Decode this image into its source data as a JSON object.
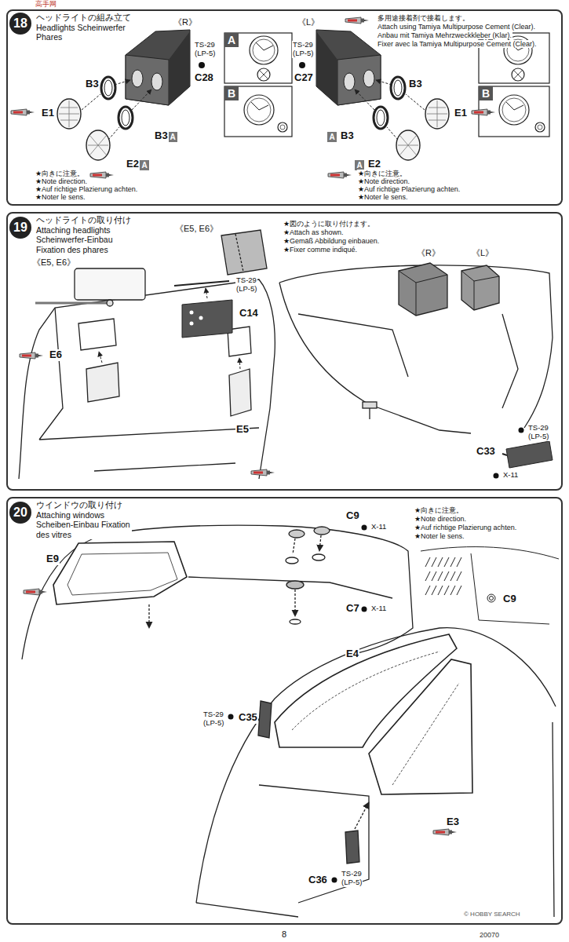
{
  "diagram": {
    "nodes": [
      {
        "text": [
          "ヘッドライトの組み立て Headlights Scheinwerfer Phares"
        ]
      },
      {
        "text": [
          "18"
        ],
        "in": 0
      },
      {
        "text": [
          "A"
        ],
        "in": 0
      },
      {
        "text": [
          "B"
        ],
        "in": 0
      },
      {
        "text": [
          "A"
        ],
        "in": 0
      },
      {
        "text": [
          "A"
        ],
        "in": 0
      },
      {
        "text": [
          "A"
        ],
        "in": 0
      },
      {
        "text": [
          "B"
        ],
        "in": 0
      },
      {
        "text": [
          "A"
        ],
        "in": 0
      },
      {
        "text": [
          "A"
        ],
        "in": 0
      },
      {
        "text": [
          "ヘッドライトの取り付け Attaching headlights Scheinwerfer-Einbau Fixation des phares"
        ]
      },
      {
        "text": [
          "19"
        ],
        "in": 10
      },
      {
        "text": [
          "ウインドウの取り付け Attaching windows Scheiben-Einbau Fixation des vitres"
        ]
      },
      {
        "text": [
          "20"
        ],
        "in": 12
      }
    ],
    "labels": [
      "《R》",
      "TS-29",
      "(LP-5)",
      "C28",
      "B3",
      "E1",
      "B3",
      "E2",
      "★向きに注意。",
      "★Note direction.",
      "★Auf richtige Plazierung achten.",
      "★Noter le sens.",
      "多用途接着剤で接着します。",
      "Attach using Tamiya Multipurpose Cement (Clear).",
      "Anbau mit Tamiya Mehrzweckkleber (Klar).",
      "Fixer avec la Tamiya Multipurpose Cement (Clear).",
      "《L》",
      "TS-29",
      "(LP-5)",
      "C27",
      "B3",
      "E1",
      "B3",
      "E2",
      "★向きに注意。",
      "★Note direction.",
      "★Auf richtige Plazierung achten.",
      "★Noter le sens.",
      "《E5, E6》",
      "《E5, E6》",
      "★図のように取り付けます。",
      "★Attach as shown.",
      "★Gemäß Abbildung einbauen.",
      "★Fixer comme indiqué.",
      "TS-29",
      "(LP-5)",
      "C14",
      "E6",
      "E5",
      "《R》",
      "《L》",
      "C33",
      "TS-29",
      "(LP-5)",
      "X-11",
      "C9",
      "X-11",
      "E9",
      "C7",
      "X-11",
      "★向きに注意。",
      "★Note direction.",
      "★Auf richtige Plazierung achten.",
      "★Noter le sens.",
      "C9",
      "E4",
      "TS-29",
      "(LP-5)",
      "C35",
      "E3",
      "C36",
      "TS-29",
      "(LP-5)",
      "© HOBBY SEARCH",
      "8",
      "20070",
      "高手网"
    ]
  }
}
